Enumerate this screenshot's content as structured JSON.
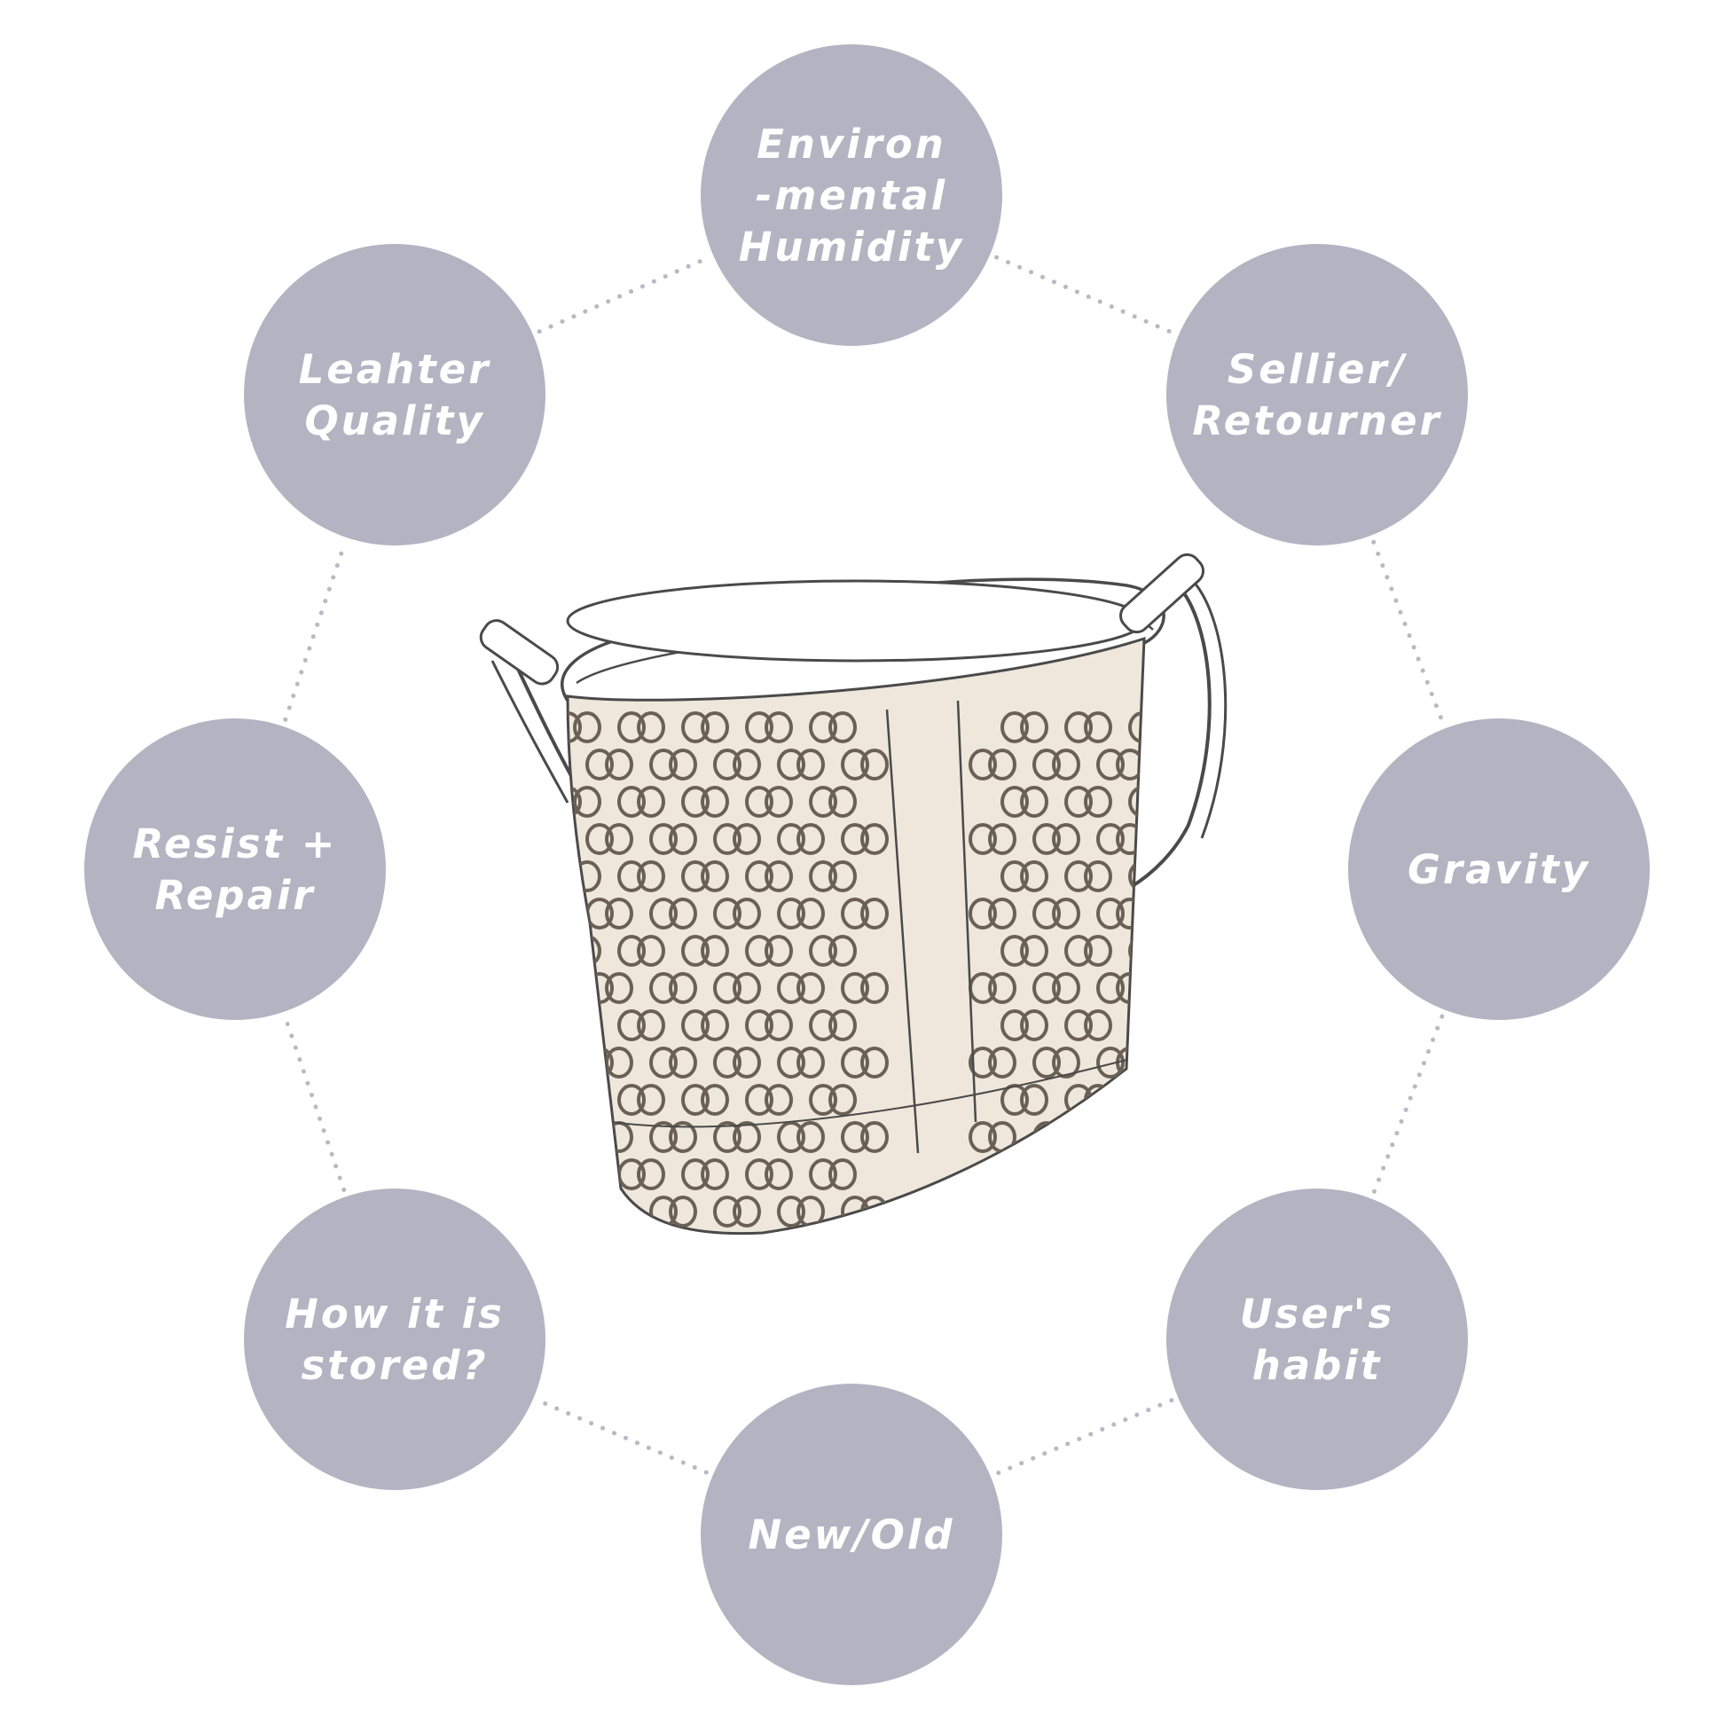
{
  "colors": {
    "node_fill": "#b4b3c2",
    "node_text": "#ffffff",
    "connector": "#b9b9c4",
    "bag_outline": "#4a4a4a",
    "bag_body": "#efe7dc",
    "bag_pattern": "#6b6055"
  },
  "center_image": {
    "name": "bucket-bag-icon"
  },
  "nodes": [
    {
      "id": "env-humidity",
      "lines": [
        "Environ",
        "-mental",
        "Humidity"
      ]
    },
    {
      "id": "sellier",
      "lines": [
        "Sellier/",
        "Retourner"
      ]
    },
    {
      "id": "gravity",
      "lines": [
        "Gravity"
      ]
    },
    {
      "id": "users-habit",
      "lines": [
        "User's",
        "habit"
      ]
    },
    {
      "id": "new-old",
      "lines": [
        "New/Old"
      ]
    },
    {
      "id": "how-stored",
      "lines": [
        "How it is",
        "stored?"
      ]
    },
    {
      "id": "resist-repair",
      "lines": [
        "Resist +",
        "Repair"
      ]
    },
    {
      "id": "leather-quality",
      "lines": [
        "Leahter",
        "Quality"
      ]
    }
  ]
}
